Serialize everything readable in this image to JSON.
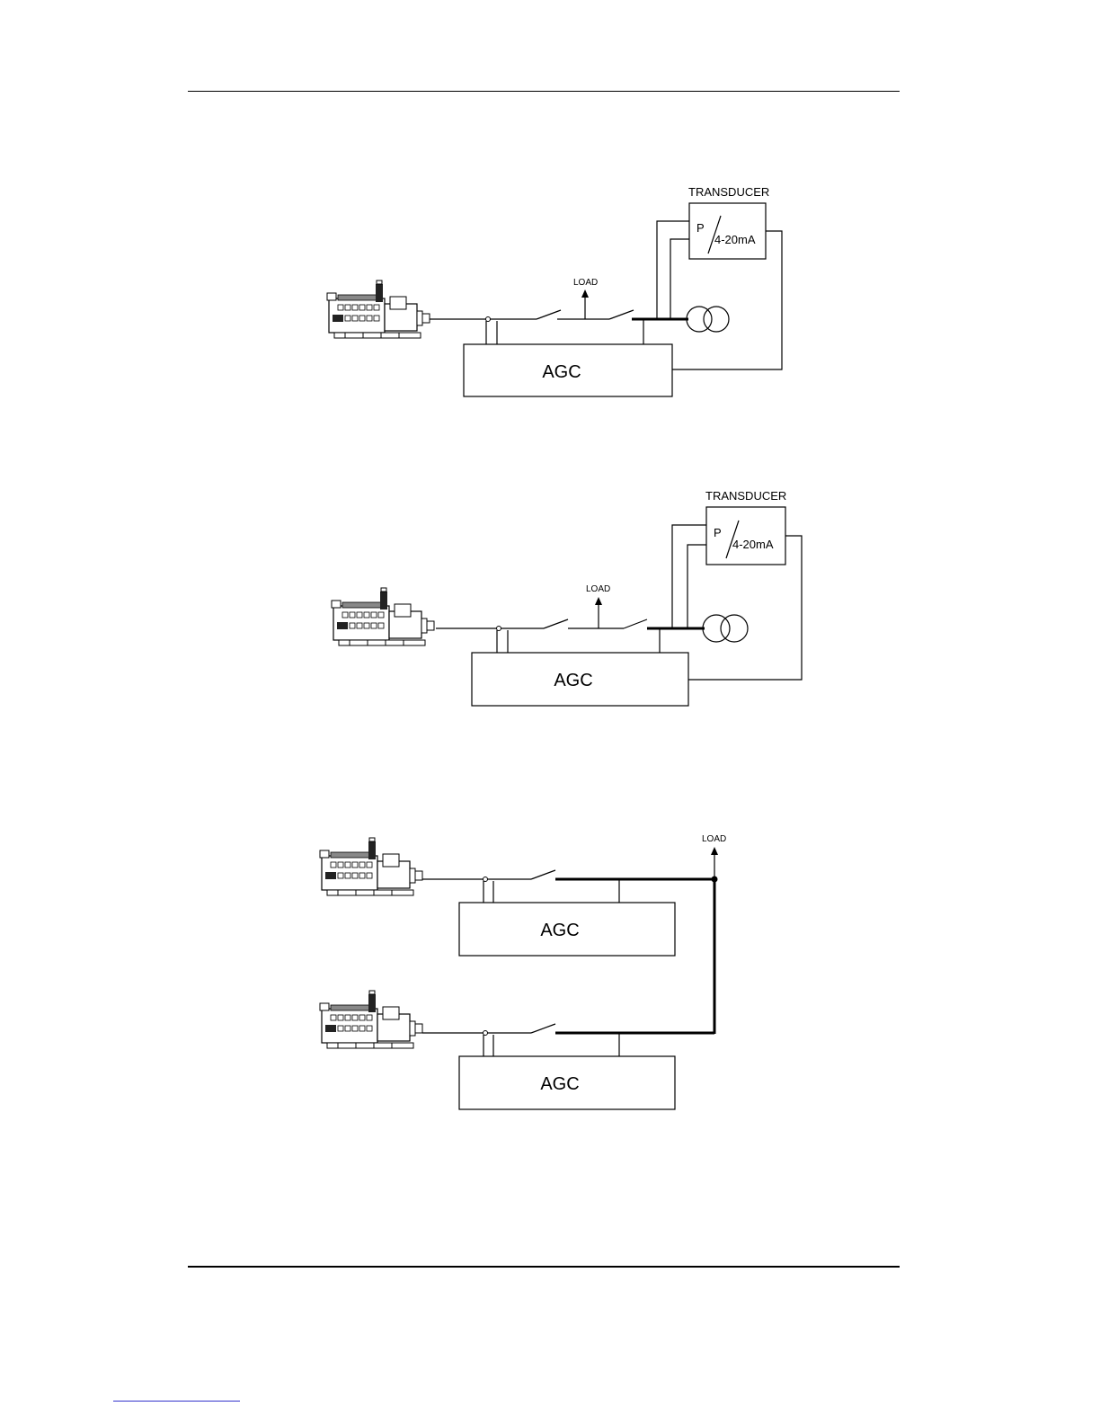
{
  "diagrams": [
    {
      "transducer_label": "TRANSDUCER",
      "transducer_in": "P",
      "transducer_out": "4-20mA",
      "load_label": "LOAD",
      "controller_label": "AGC"
    },
    {
      "transducer_label": "TRANSDUCER",
      "transducer_in": "P",
      "transducer_out": "4-20mA",
      "load_label": "LOAD",
      "controller_label": "AGC"
    },
    {
      "load_label": "LOAD",
      "controller_labels": [
        "AGC",
        "AGC"
      ]
    }
  ],
  "icons": [
    "generator-set-icon",
    "current-transformer-icon",
    "load-arrow-icon"
  ]
}
